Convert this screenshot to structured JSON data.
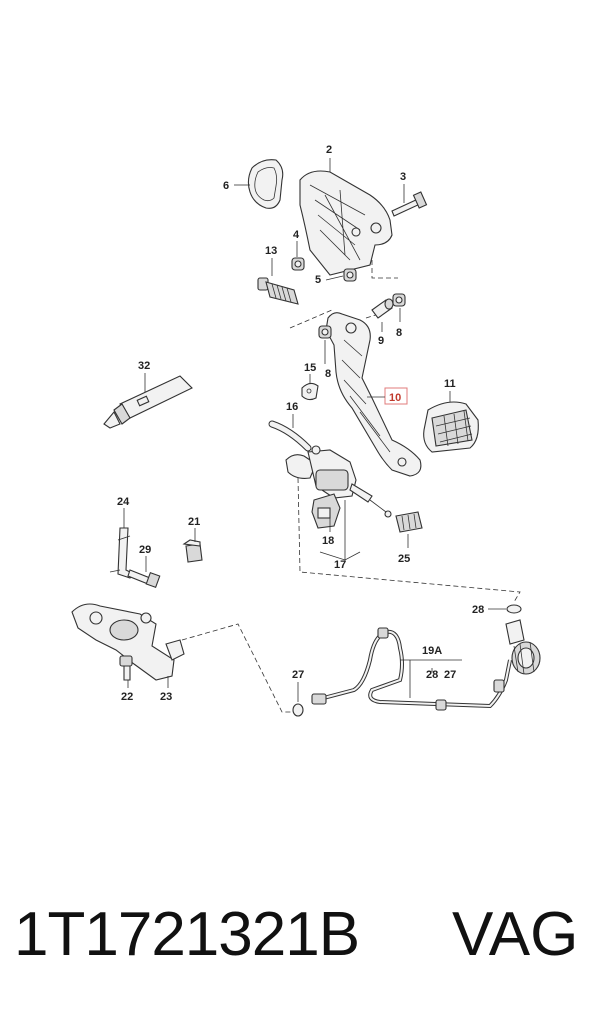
{
  "labels": {
    "l2": "2",
    "l3": "3",
    "l4": "4",
    "l5": "5",
    "l6": "6",
    "l8a": "8",
    "l8b": "8",
    "l9": "9",
    "l10": "10",
    "l11": "11",
    "l13": "13",
    "l15": "15",
    "l16": "16",
    "l17": "17",
    "l18": "18",
    "l19A": "19A",
    "l21": "21",
    "l22": "22",
    "l23": "23",
    "l24": "24",
    "l25": "25",
    "l27a": "27",
    "l27b": "27",
    "l28a": "28",
    "l28b": "28",
    "l29": "29",
    "l32": "32"
  },
  "highlight_color": "#e07b7b",
  "caption": {
    "part_number": "1T1721321B",
    "brand": "VAG"
  }
}
